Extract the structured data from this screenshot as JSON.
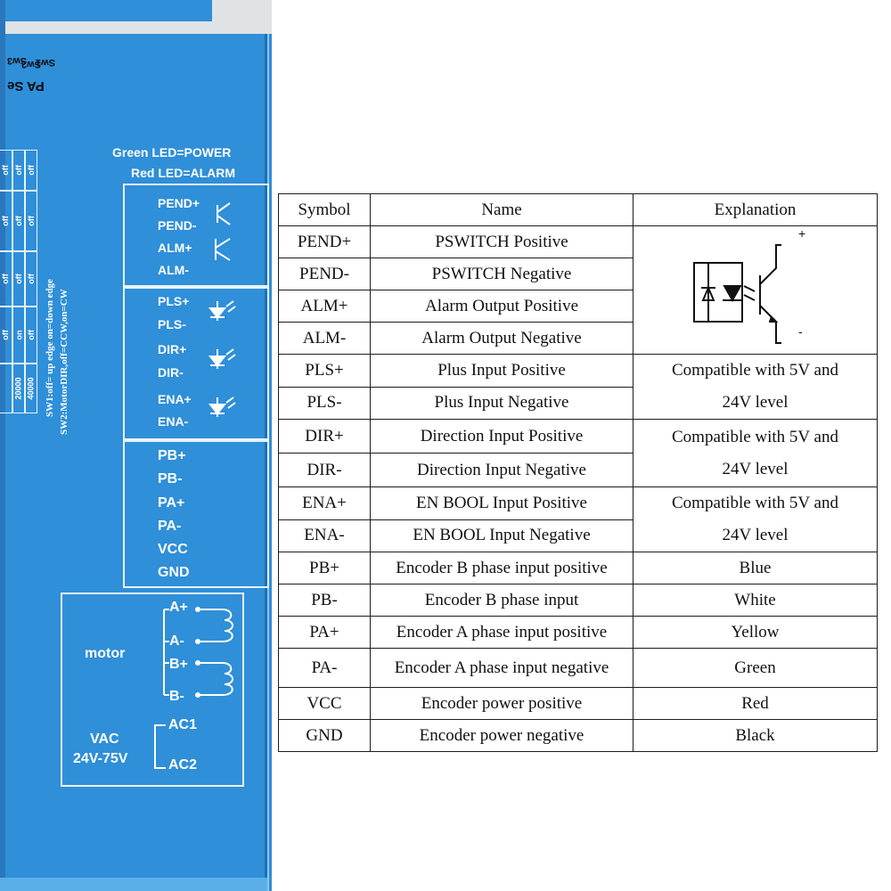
{
  "driver": {
    "dip_labels": [
      "Sw3",
      "Sw2",
      "Sw1"
    ],
    "dip_heading": "PA Se",
    "sw_table": [
      [
        "off",
        "off",
        "off"
      ],
      [
        "off",
        "off",
        "off"
      ],
      [
        "off",
        "off",
        "off"
      ],
      [
        "off",
        "on",
        "off"
      ],
      [
        "40000",
        "20000",
        ""
      ]
    ],
    "sw_notes": [
      "SW1:off= up edge  on=down edge",
      "SW2:MotorDIR,off=CCW,on=CW"
    ],
    "led_power": "Green LED=POWER",
    "led_alarm": "Red LED=ALARM",
    "group_output": [
      "PEND+",
      "PEND-",
      "ALM+",
      "ALM-"
    ],
    "group_input": [
      "PLS+",
      "PLS-",
      "DIR+",
      "DIR-",
      "ENA+",
      "ENA-"
    ],
    "group_encoder": [
      "PB+",
      "PB-",
      "PA+",
      "PA-",
      "VCC",
      "GND"
    ],
    "motor_label": "motor",
    "motor_terms": [
      "A+",
      "A-",
      "B+",
      "B-"
    ],
    "vac_label_1": "VAC",
    "vac_label_2": "24V-75V",
    "ac_terms": [
      "AC1",
      "AC2"
    ]
  },
  "table": {
    "headers": [
      "Symbol",
      "Name",
      "Explanation"
    ],
    "rows": [
      {
        "symbol": "PEND+",
        "name": "PSWITCH Positive"
      },
      {
        "symbol": "PEND-",
        "name": "PSWITCH Negative"
      },
      {
        "symbol": "ALM+",
        "name": "Alarm Output Positive"
      },
      {
        "symbol": "ALM-",
        "name": "Alarm Output Negative"
      },
      {
        "symbol": "PLS+",
        "name": "Plus Input Positive"
      },
      {
        "symbol": "PLS-",
        "name": "Plus Input Negative"
      },
      {
        "symbol": "DIR+",
        "name": "Direction Input Positive"
      },
      {
        "symbol": "DIR-",
        "name": "Direction Input Negative"
      },
      {
        "symbol": "ENA+",
        "name": "EN BOOL Input Positive"
      },
      {
        "symbol": "ENA-",
        "name": "EN BOOL Input Negative"
      },
      {
        "symbol": "PB+",
        "name": "Encoder B phase input positive"
      },
      {
        "symbol": "PB-",
        "name": "Encoder B phase input"
      },
      {
        "symbol": "PA+",
        "name": "Encoder A phase input positive"
      },
      {
        "symbol": "PA-",
        "name": "Encoder A phase input negative"
      },
      {
        "symbol": "VCC",
        "name": "Encoder power positive"
      },
      {
        "symbol": "GND",
        "name": "Encoder power negative"
      }
    ],
    "explanations": {
      "optocoupler_plus": "+",
      "optocoupler_minus": "-",
      "pls": [
        "Compatible with 5V and",
        "24V level"
      ],
      "dir": [
        "Compatible with 5V and",
        "24V level"
      ],
      "ena": [
        "Compatible with 5V and",
        "24V level"
      ],
      "pb_plus": "Blue",
      "pb_minus": "White",
      "pa_plus": "Yellow",
      "pa_minus": "Green",
      "vcc": "Red",
      "gnd": "Black"
    }
  },
  "colors": {
    "driver_blue": "#2f8fd8",
    "panel_line": "#e8f3fb",
    "table_border": "#1c1c1c"
  }
}
